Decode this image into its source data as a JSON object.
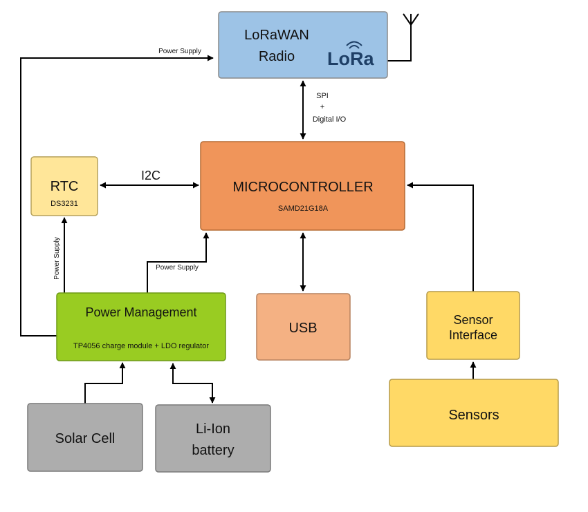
{
  "blocks": {
    "radio": {
      "line1": "LoRaWAN",
      "line2": "Radio",
      "logo": "LoRa",
      "fill": "#9DC3E6"
    },
    "mcu": {
      "title": "MICROCONTROLLER",
      "subtitle": "SAMD21G18A",
      "fill": "#F0955A"
    },
    "rtc": {
      "title": "RTC",
      "subtitle": "DS3231",
      "fill": "#FFE699"
    },
    "power": {
      "title": "Power Management",
      "subtitle": "TP4056 charge module + LDO regulator",
      "fill": "#99CC22"
    },
    "usb": {
      "title": "USB",
      "fill": "#F4B183"
    },
    "sensor_if": {
      "line1": "Sensor",
      "line2": "Interface",
      "fill": "#FFD966"
    },
    "sensors": {
      "title": "Sensors",
      "fill": "#FFD966"
    },
    "solar": {
      "title": "Solar Cell",
      "fill": "#ADADAD"
    },
    "battery": {
      "line1": "Li-Ion",
      "line2": "battery",
      "fill": "#ADADAD"
    }
  },
  "labels": {
    "power_supply_top": "Power Supply",
    "power_supply_rtc": "Power Supply",
    "power_supply_mcu": "Power Supply",
    "spi_line1": "SPI",
    "spi_line2": "+",
    "spi_line3": "Digital I/O",
    "i2c": "I2C"
  },
  "icons": {
    "antenna": "antenna-icon",
    "logo_signal": "signal-waves-icon"
  }
}
